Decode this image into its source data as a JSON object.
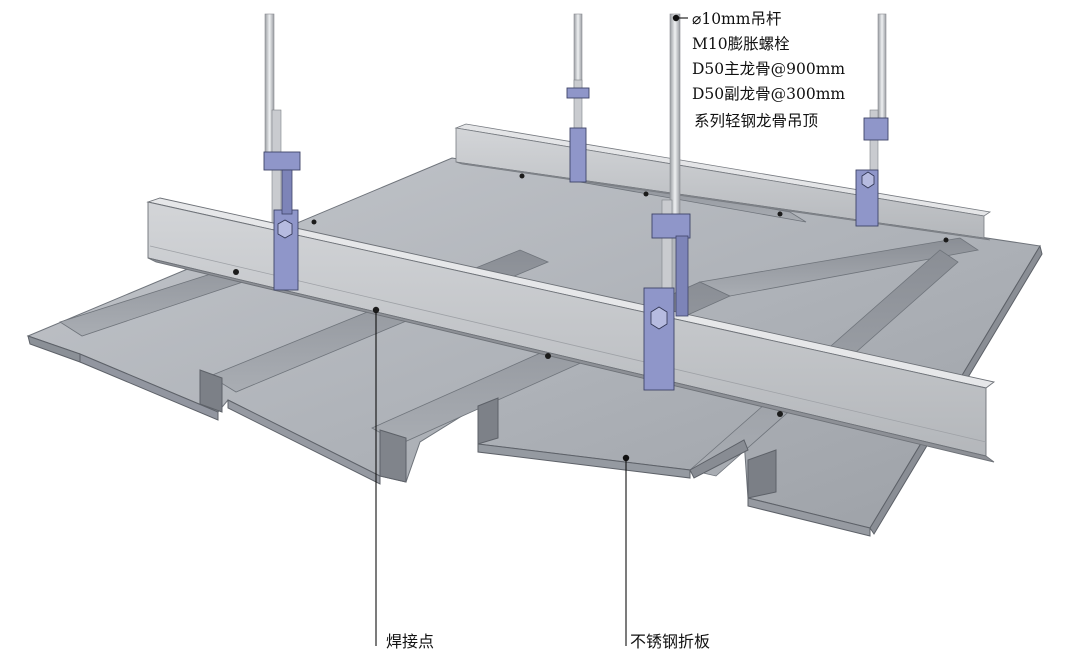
{
  "callouts": {
    "top_spec": [
      "⌀10mm吊杆",
      "M10膨胀螺栓",
      "D50主龙骨@900mm",
      "D50副龙骨@300mm",
      "系列轻钢龙骨吊顶"
    ],
    "weld_point": "焊接点",
    "panel": "不锈钢折板"
  },
  "colors": {
    "panel_light": "#b9bcc1",
    "panel_mid": "#9fa3a9",
    "panel_dark": "#7f848b",
    "beam_face": "#c6c8cb",
    "beam_top": "#e4e5e7",
    "beam_bottom": "#8d9096",
    "clip": "#8f96c9",
    "rod": "#d3d5d8",
    "line": "#111111"
  }
}
